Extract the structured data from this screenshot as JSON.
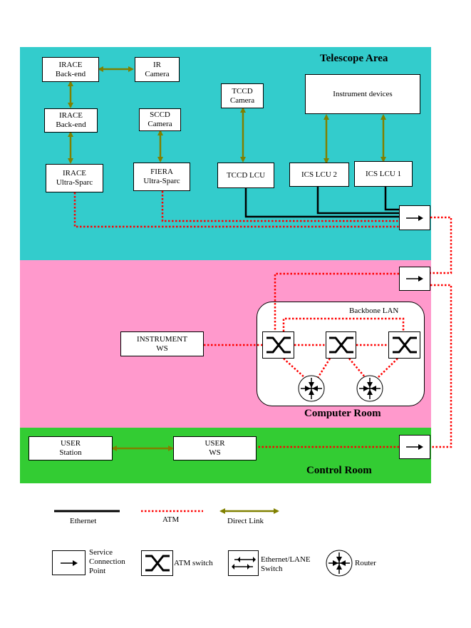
{
  "colors": {
    "telescope_bg": "#33cccc",
    "computer_bg": "#ff99cc",
    "control_bg": "#33cc33",
    "ethernet": "#000000",
    "atm": "#ff0000",
    "direct_link": "#808000"
  },
  "areas": {
    "telescope": "Telescope Area",
    "computer": "Computer Room",
    "control": "Control Room",
    "backbone": "Backbone LAN"
  },
  "nodes": {
    "irace_backend_1": [
      "IRACE",
      "Back-end"
    ],
    "ir_camera": [
      "IR",
      "Camera"
    ],
    "irace_backend_2": [
      "IRACE",
      "Back-end"
    ],
    "sccd_camera": [
      "SCCD",
      "Camera"
    ],
    "irace_ultrasparc": [
      "IRACE",
      "Ultra-Sparc"
    ],
    "fiera_ultrasparc": [
      "FIERA",
      "Ultra-Sparc"
    ],
    "tccd_camera": [
      "TCCD",
      "Camera"
    ],
    "tccd_lcu": [
      "TCCD LCU"
    ],
    "instrument_devices": [
      "Instrument devices"
    ],
    "ics_lcu_2": [
      "ICS LCU 2"
    ],
    "ics_lcu_1": [
      "ICS LCU 1"
    ],
    "instrument_ws": [
      "INSTRUMENT",
      "WS"
    ],
    "user_station": [
      "USER",
      "Station"
    ],
    "user_ws": [
      "USER",
      "WS"
    ]
  },
  "legend": {
    "ethernet": "Ethernet",
    "atm": "ATM",
    "direct_link": "Direct Link",
    "service_point": [
      "Service",
      "Connection",
      "Point"
    ],
    "atm_switch": "ATM switch",
    "eth_switch": [
      "Ethernet/LANE",
      "Switch"
    ],
    "router": "Router"
  },
  "icons": {
    "service_point": "arrow-right",
    "atm_switch": "crossed-arrows",
    "eth_switch": "bidirectional-arrows",
    "router": "star-arrows"
  }
}
